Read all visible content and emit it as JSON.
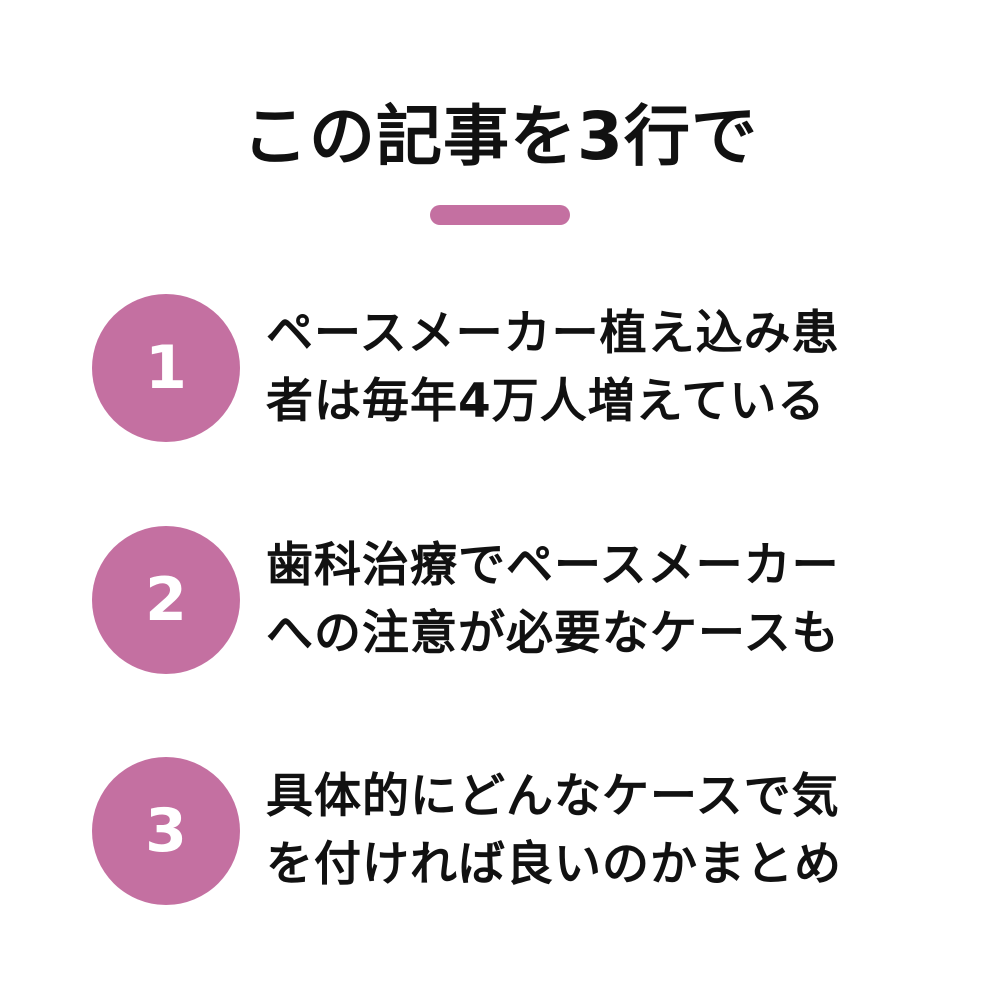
{
  "title": "この記事を3行で",
  "accent_color": "#c470a1",
  "items": [
    {
      "number": "1",
      "lines": [
        "ペースメーカー植え込み患",
        "者は毎年4万人増えている"
      ]
    },
    {
      "number": "2",
      "lines": [
        "歯科治療でペースメーカー",
        "への注意が必要なケースも"
      ]
    },
    {
      "number": "3",
      "lines": [
        "具体的にどんなケースで気",
        "を付ければ良いのかまとめ"
      ]
    }
  ]
}
